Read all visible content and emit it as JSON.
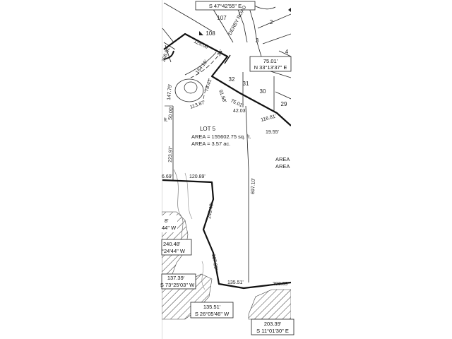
{
  "lot": {
    "name": "LOT 5",
    "area_sqft": "AREA = 155602.75 sq. ft.",
    "area_ac": "AREA = 3.57 ac."
  },
  "road": {
    "name": "DERBY ROAD"
  },
  "lot_numbers": [
    "107",
    "108",
    "2",
    "3",
    "4",
    "32",
    "31",
    "30",
    "29"
  ],
  "bearing_boxes": {
    "top": "S 47°42'55\" E",
    "right_dist": "75.01'",
    "right_bearing": "N 33°13'37\" E",
    "left1_dist": "240.48'",
    "left1_bearing": "°24'44\" W",
    "left0_a": "8'",
    "left0_b": "44\" W",
    "left2_dist": "137.39'",
    "left2_bearing": "S 73°25'03\" W",
    "bottom1_dist": "135.51'",
    "bottom1_bearing": "S 26°05'46\" W",
    "bottom2_dist": "203.39'",
    "bottom2_bearing": "S 11°01'30\" E"
  },
  "dimensions": {
    "d268": "268.82'",
    "d125": "125.00'",
    "d164": "164.16'",
    "d30": "30'",
    "d147": "147.79'",
    "d78": "78.41'",
    "d91": "91.68'",
    "d75": "75.01'",
    "d113": "113.87'",
    "d50": "50.00'",
    "d42": "42.03'",
    "d116": "116.81'",
    "d19": "19.55'",
    "d223": "223.97'",
    "d120": "120.89'",
    "d6": "6.69'",
    "d697": "697.10'",
    "d240": "240.48'",
    "d137": "137.39'",
    "d135": "135.51'",
    "d203": "203.39'",
    "ft": "ft."
  },
  "side_text": {
    "area1": "AREA",
    "area2": "AREA"
  }
}
